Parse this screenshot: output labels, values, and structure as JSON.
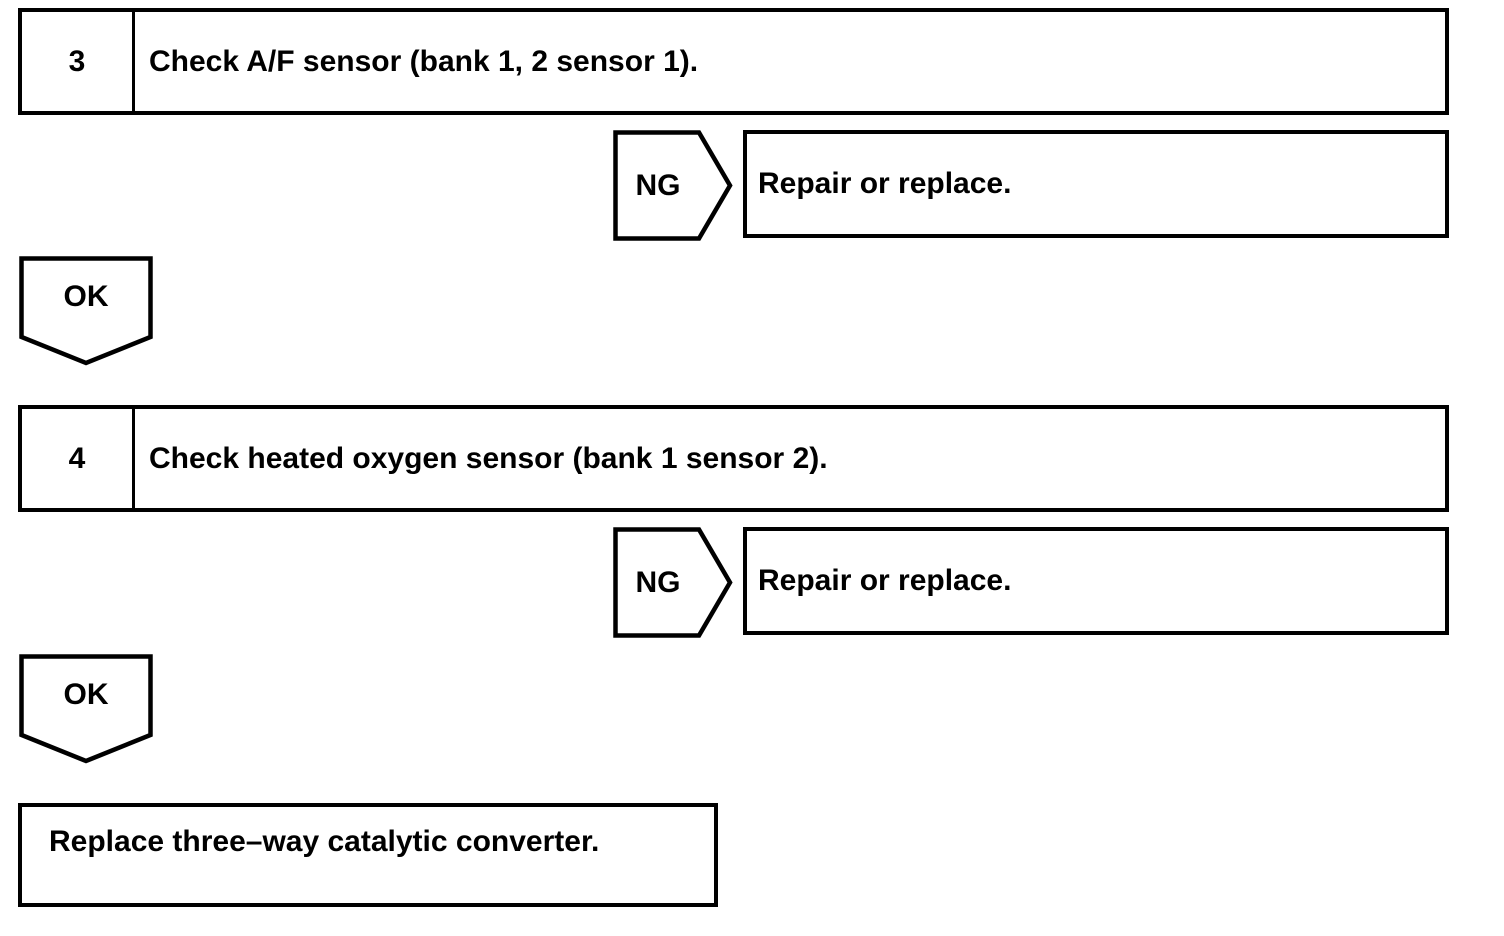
{
  "flowchart": {
    "steps": [
      {
        "number": "3",
        "title": "Check A/F sensor (bank 1, 2 sensor 1).",
        "ng": {
          "label": "NG",
          "action": "Repair or replace."
        },
        "ok": {
          "label": "OK"
        }
      },
      {
        "number": "4",
        "title": "Check heated oxygen sensor (bank 1 sensor 2).",
        "ng": {
          "label": "NG",
          "action": "Repair or replace."
        },
        "ok": {
          "label": "OK"
        }
      }
    ],
    "final": {
      "action": "Replace three–way catalytic converter."
    },
    "colors": {
      "line": "#000000",
      "background": "#ffffff",
      "text": "#000000"
    }
  }
}
